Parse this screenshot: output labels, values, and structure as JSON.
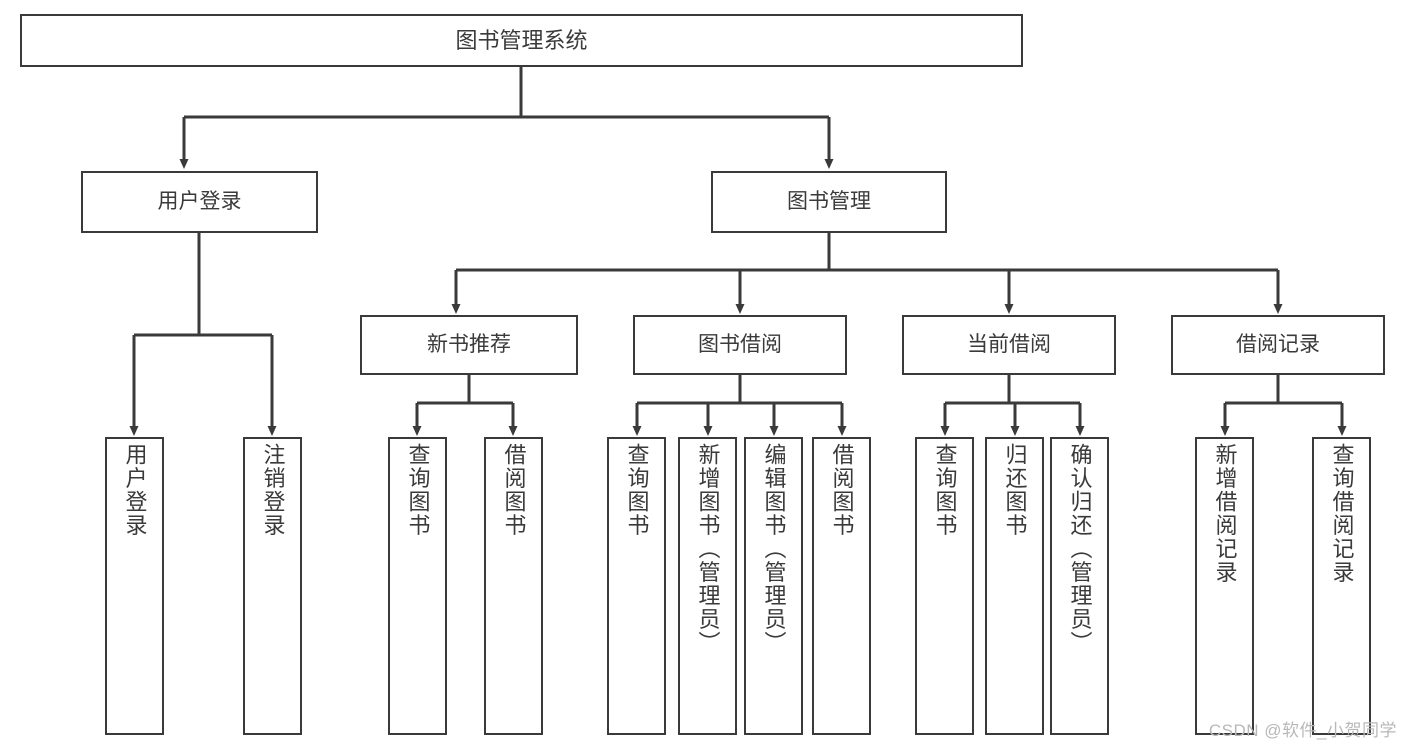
{
  "diagram": {
    "title": "图书管理系统",
    "type": "hierarchy-tree",
    "accent_color": "#3a3a3a",
    "background_color": "#ffffff",
    "watermark": "CSDN @软件_小贺同学",
    "nodes": {
      "root": {
        "label": "图书管理系统"
      },
      "level2": [
        {
          "id": "user-login",
          "label": "用户登录"
        },
        {
          "id": "book-manage",
          "label": "图书管理"
        }
      ],
      "level3": [
        {
          "id": "new-book-recommend",
          "label": "新书推荐"
        },
        {
          "id": "book-borrow",
          "label": "图书借阅"
        },
        {
          "id": "current-borrow",
          "label": "当前借阅"
        },
        {
          "id": "borrow-record",
          "label": "借阅记录"
        }
      ],
      "leaves": {
        "user_login": [
          {
            "id": "leaf-user-login",
            "label": "用户登录"
          },
          {
            "id": "leaf-logout-login",
            "label": "注销登录"
          }
        ],
        "new_book_recommend": [
          {
            "id": "leaf-query-book-1",
            "label": "查询图书"
          },
          {
            "id": "leaf-borrow-book-1",
            "label": "借阅图书"
          }
        ],
        "book_borrow": [
          {
            "id": "leaf-query-book-2",
            "label": "查询图书"
          },
          {
            "id": "leaf-add-book",
            "label": "新增图书（管理员）"
          },
          {
            "id": "leaf-edit-book",
            "label": "编辑图书（管理员）"
          },
          {
            "id": "leaf-borrow-book-2",
            "label": "借阅图书"
          }
        ],
        "current_borrow": [
          {
            "id": "leaf-query-book-3",
            "label": "查询图书"
          },
          {
            "id": "leaf-return-book",
            "label": "归还图书"
          },
          {
            "id": "leaf-confirm-return",
            "label": "确认归还（管理员）"
          }
        ],
        "borrow_record": [
          {
            "id": "leaf-add-record",
            "label": "新增借阅记录"
          },
          {
            "id": "leaf-query-record",
            "label": "查询借阅记录"
          }
        ]
      }
    }
  }
}
